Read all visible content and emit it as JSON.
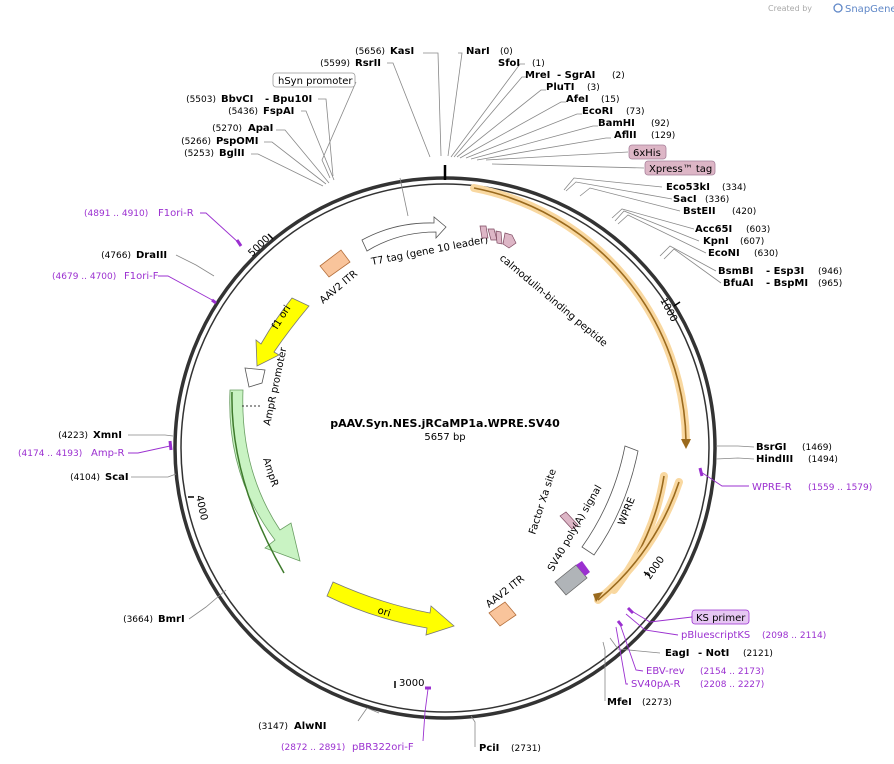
{
  "branding": {
    "created_by": "Created by",
    "app": "SnapGene"
  },
  "plasmid": {
    "name": "pAAV.Syn.NES.jRCaMP1a.WPRE.SV40",
    "size": "5657 bp"
  },
  "ticks": [
    "1000",
    "2000",
    "3000",
    "4000",
    "5000"
  ],
  "sites": [
    {
      "name": "KasI",
      "pos": "(5656)"
    },
    {
      "name": "NarI",
      "pos": "(0)"
    },
    {
      "name": "RsrII",
      "pos": "(5599)"
    },
    {
      "name": "SfoI",
      "pos": "(1)"
    },
    {
      "name": "MreI",
      "name2": "- SgrAI",
      "pos": "(2)"
    },
    {
      "name": "PluTI",
      "pos": "(3)"
    },
    {
      "name": "BbvCI",
      "name2": "- Bpu10I",
      "pos": "(5503)"
    },
    {
      "name": "AfeI",
      "pos": "(15)"
    },
    {
      "name": "FspAI",
      "pos": "(5436)"
    },
    {
      "name": "EcoRI",
      "pos": "(73)"
    },
    {
      "name": "BamHI",
      "pos": "(92)"
    },
    {
      "name": "ApaI",
      "pos": "(5270)"
    },
    {
      "name": "AflII",
      "pos": "(129)"
    },
    {
      "name": "PspOMI",
      "pos": "(5266)"
    },
    {
      "name": "BglII",
      "pos": "(5253)"
    },
    {
      "name": "Eco53kI",
      "pos": "(334)"
    },
    {
      "name": "SacI",
      "pos": "(336)"
    },
    {
      "name": "BstEII",
      "pos": "(420)"
    },
    {
      "name": "Acc65I",
      "pos": "(603)"
    },
    {
      "name": "KpnI",
      "pos": "(607)"
    },
    {
      "name": "EcoNI",
      "pos": "(630)"
    },
    {
      "name": "DraIII",
      "pos": "(4766)"
    },
    {
      "name": "BsmBI",
      "name2": "- Esp3I",
      "pos": "(946)"
    },
    {
      "name": "BfuAI",
      "name2": "- BspMI",
      "pos": "(965)"
    },
    {
      "name": "XmnI",
      "pos": "(4223)"
    },
    {
      "name": "BsrGI",
      "pos": "(1469)"
    },
    {
      "name": "HindIII",
      "pos": "(1494)"
    },
    {
      "name": "ScaI",
      "pos": "(4104)"
    },
    {
      "name": "BmrI",
      "pos": "(3664)"
    },
    {
      "name": "EagI",
      "name2": "- NotI",
      "pos": "(2121)"
    },
    {
      "name": "MfeI",
      "pos": "(2273)"
    },
    {
      "name": "AlwNI",
      "pos": "(3147)"
    },
    {
      "name": "PciI",
      "pos": "(2731)"
    }
  ],
  "primers": [
    {
      "name": "F1ori-R",
      "range": "(4891 .. 4910)"
    },
    {
      "name": "F1ori-F",
      "range": "(4679 .. 4700)"
    },
    {
      "name": "Amp-R",
      "range": "(4174 .. 4193)"
    },
    {
      "name": "WPRE-R",
      "range": "(1559 .. 1579)"
    },
    {
      "name": "KS primer",
      "range": ""
    },
    {
      "name": "pBluescriptKS",
      "range": "(2098 .. 2114)"
    },
    {
      "name": "EBV-rev",
      "range": "(2154 .. 2173)"
    },
    {
      "name": "SV40pA-R",
      "range": "(2208 .. 2227)"
    },
    {
      "name": "pBR322ori-F",
      "range": "(2872 .. 2891)"
    }
  ],
  "boxed_labels": [
    {
      "name": "hSyn promoter"
    },
    {
      "name": "6xHis"
    },
    {
      "name": "Xpress™ tag"
    }
  ],
  "features": {
    "aav2_itr_top": "AAV2 ITR",
    "t7_tag": "T7 tag (gene 10 leader)",
    "calmodulin": "calmodulin-binding peptide",
    "f1_ori": "f1 ori",
    "ampr_promoter": "AmpR promoter",
    "ampr": "AmpR",
    "ori": "ori",
    "aav2_itr_bottom": "AAV2 ITR",
    "factor_xa": "Factor Xa site",
    "sv40": "SV40 poly(A) signal",
    "wpre": "WPRE"
  },
  "colors": {
    "backbone": "#333333",
    "orange_feature": "#f3a521",
    "ori_yellow": "#ffff00",
    "itr_peach": "#f9c49b",
    "ampr_green": "#c9f3c3",
    "primer_purple": "#9b30d0",
    "tag_pink": "#ddb6c6"
  }
}
